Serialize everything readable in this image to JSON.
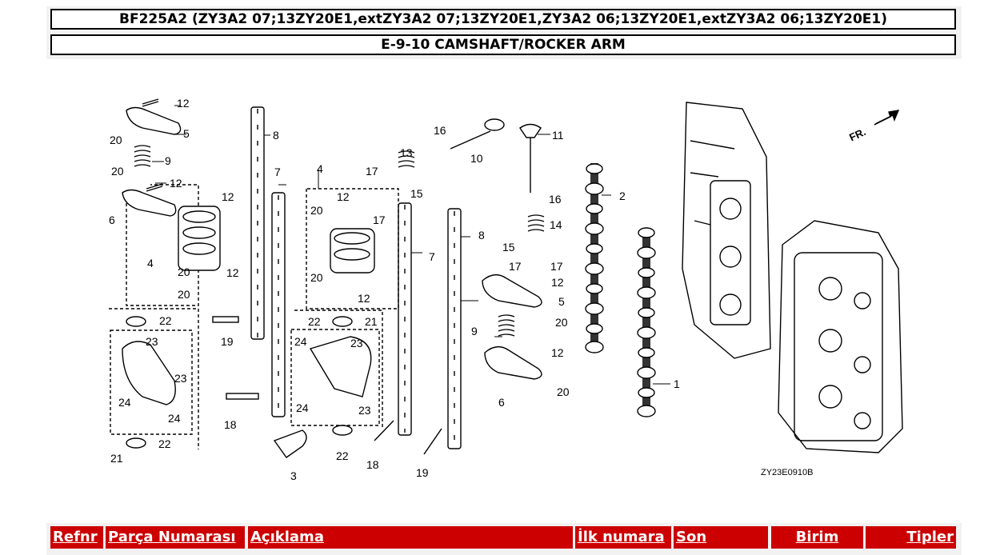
{
  "header": {
    "model": "BF225A2 (ZY3A2 07;13ZY20E1,extZY3A2 07;13ZY20E1,ZY3A2 06;13ZY20E1,extZY3A2 06;13ZY20E1)",
    "section": "E-9-10 CAMSHAFT/ROCKER ARM"
  },
  "diagram": {
    "code": "ZY23E0910B",
    "direction": "FR.",
    "callouts": [
      "1",
      "2",
      "3",
      "4",
      "5",
      "6",
      "7",
      "8",
      "9",
      "10",
      "11",
      "12",
      "13",
      "14",
      "15",
      "16",
      "17",
      "18",
      "19",
      "20",
      "21",
      "22",
      "23",
      "24"
    ]
  },
  "table": {
    "headers": {
      "ref": "Refnr",
      "part_number": "Parça Numarası",
      "description": "Açıklama",
      "first_number": "İlk numara",
      "last": "Son",
      "unit": "Birim",
      "types": "Tipler"
    },
    "header_color": "#cc0000"
  }
}
